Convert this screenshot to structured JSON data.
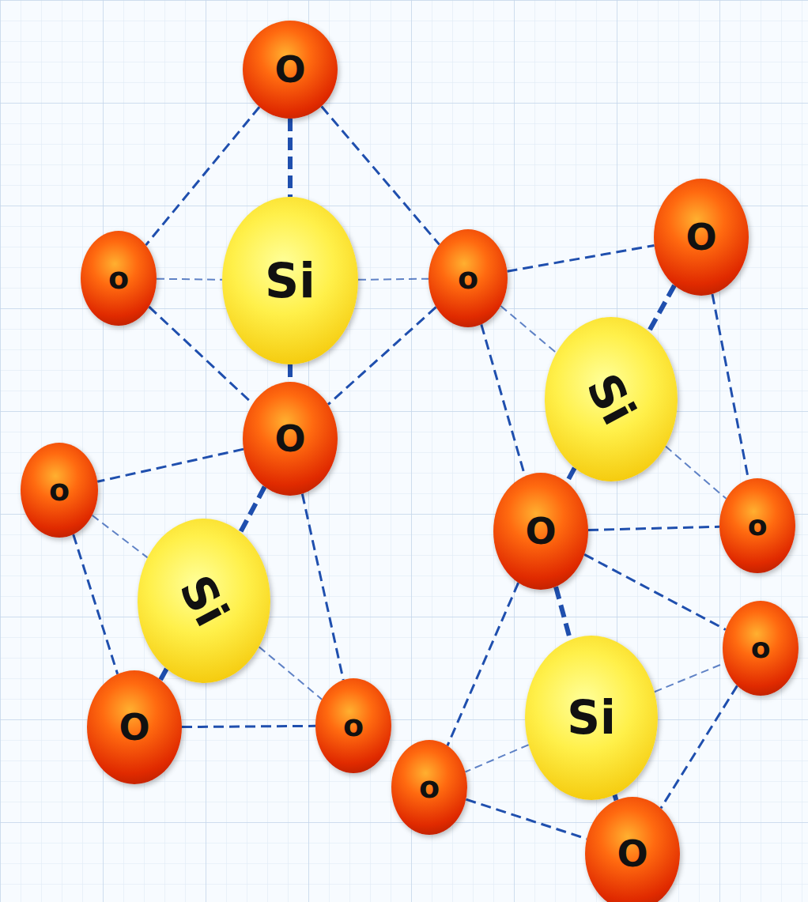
{
  "diagram": {
    "nodes": [
      {
        "text": [
          "O"
        ]
      },
      {
        "text": [
          "o"
        ]
      },
      {
        "text": [
          "Si"
        ]
      },
      {
        "text": [
          "o"
        ]
      },
      {
        "text": [
          "O"
        ]
      },
      {
        "text": [
          "O"
        ]
      },
      {
        "text": [
          "Si"
        ]
      },
      {
        "text": [
          "o"
        ]
      },
      {
        "text": [
          "O"
        ]
      },
      {
        "text": [
          "o"
        ]
      },
      {
        "text": [
          "Si"
        ]
      },
      {
        "text": [
          "o"
        ]
      },
      {
        "text": [
          "Si"
        ]
      },
      {
        "text": [
          "O"
        ]
      },
      {
        "text": [
          "o"
        ]
      },
      {
        "text": [
          "o"
        ]
      },
      {
        "text": [
          "O"
        ]
      }
    ],
    "edges": [
      {
        "from": 0,
        "to": 1,
        "arrow": "none"
      },
      {
        "from": 0,
        "to": 2,
        "arrow": "none"
      },
      {
        "from": 0,
        "to": 3,
        "arrow": "none"
      },
      {
        "from": 1,
        "to": 2,
        "arrow": "none"
      },
      {
        "from": 2,
        "to": 3,
        "arrow": "none"
      },
      {
        "from": 1,
        "to": 5,
        "arrow": "none"
      },
      {
        "from": 2,
        "to": 5,
        "arrow": "none"
      },
      {
        "from": 3,
        "to": 5,
        "arrow": "none"
      },
      {
        "from": 3,
        "to": 4,
        "arrow": "none"
      },
      {
        "from": 3,
        "to": 6,
        "arrow": "none"
      },
      {
        "from": 4,
        "to": 6,
        "arrow": "none"
      },
      {
        "from": 4,
        "to": 9,
        "arrow": "none"
      },
      {
        "from": 3,
        "to": 8,
        "arrow": "none"
      },
      {
        "from": 6,
        "to": 8,
        "arrow": "none"
      },
      {
        "from": 6,
        "to": 9,
        "arrow": "none"
      },
      {
        "from": 5,
        "to": 7,
        "arrow": "none"
      },
      {
        "from": 7,
        "to": 10,
        "arrow": "none"
      },
      {
        "from": 5,
        "to": 10,
        "arrow": "none"
      },
      {
        "from": 10,
        "to": 13,
        "arrow": "none"
      },
      {
        "from": 7,
        "to": 13,
        "arrow": "none"
      },
      {
        "from": 5,
        "to": 14,
        "arrow": "none"
      },
      {
        "from": 10,
        "to": 14,
        "arrow": "none"
      },
      {
        "from": 13,
        "to": 14,
        "arrow": "none"
      },
      {
        "from": 8,
        "to": 9,
        "arrow": "none"
      },
      {
        "from": 8,
        "to": 11,
        "arrow": "none"
      },
      {
        "from": 8,
        "to": 12,
        "arrow": "none"
      },
      {
        "from": 12,
        "to": 11,
        "arrow": "none"
      },
      {
        "from": 11,
        "to": 16,
        "arrow": "none"
      },
      {
        "from": 12,
        "to": 16,
        "arrow": "none"
      },
      {
        "from": 8,
        "to": 15,
        "arrow": "none"
      },
      {
        "from": 12,
        "to": 15,
        "arrow": "none"
      },
      {
        "from": 15,
        "to": 16,
        "arrow": "none"
      }
    ]
  }
}
